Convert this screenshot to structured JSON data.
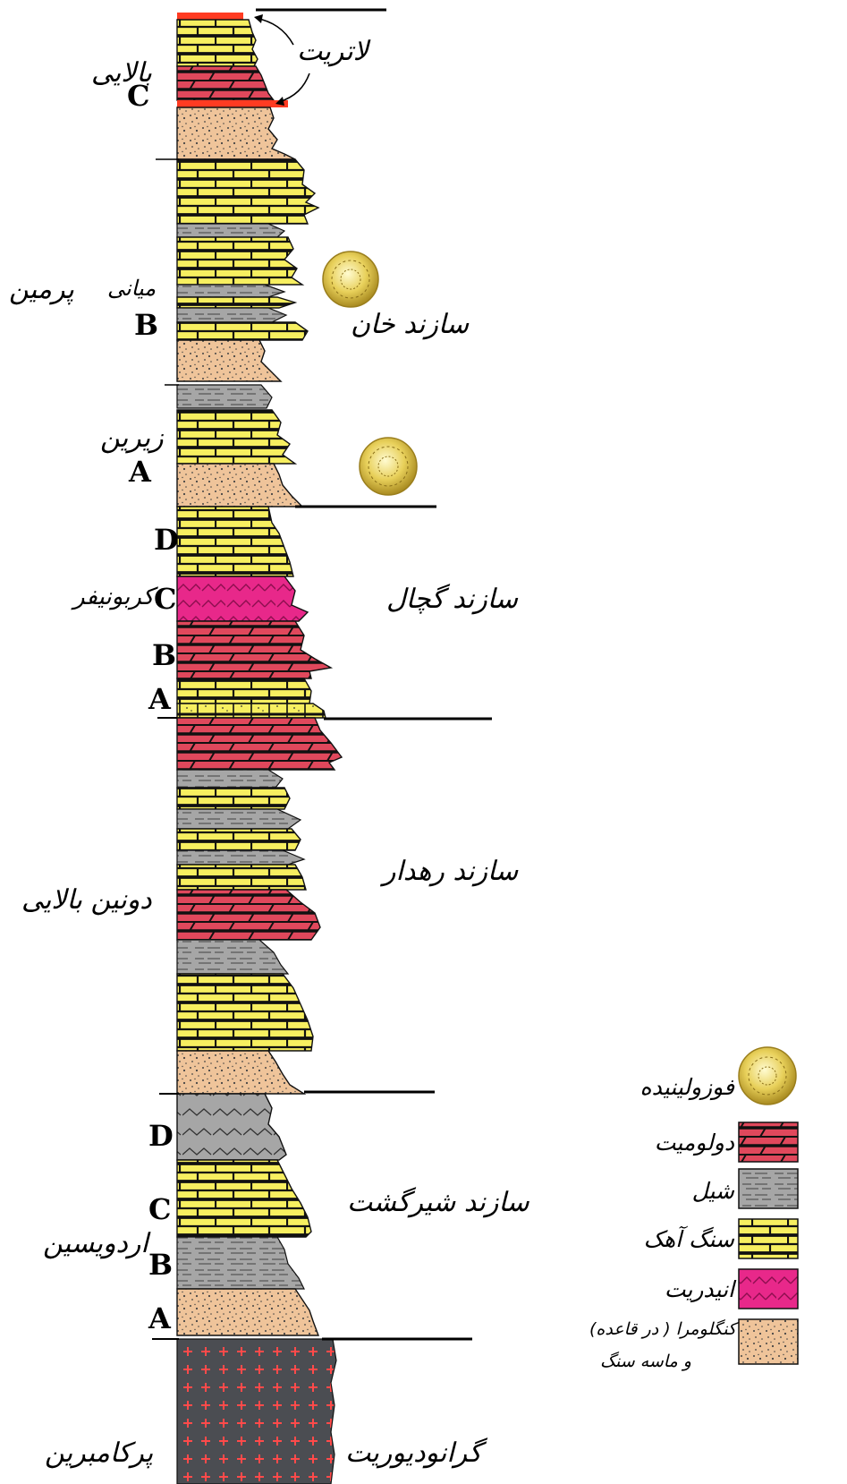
{
  "colors": {
    "limestone": "#f7ef60",
    "dolomite": "#e0485c",
    "shale": "#a6a6a6",
    "anhydrite": "#e8288a",
    "sandstone": "#efc49a",
    "granite": "#4b4d52",
    "laterite": "#ff3b22",
    "fossil": "#e8d05a"
  },
  "units": {
    "laterite": "لاتریت",
    "upper_permian": "بالایی",
    "middle_permian": "میانی",
    "permian": "پرمین",
    "lower_permian": "زیرین",
    "carboniferous": "کربونیفر",
    "upper_devonian": "دونین بالایی",
    "ordovician": "اردویسین",
    "precambrian": "پرکامبرین"
  },
  "formations": {
    "khan": "سازند خان",
    "geirchal": "سازند گچال",
    "bahram": "سازند رهدار",
    "shirgasht": "سازند شیرگشت",
    "granodiorite": "گرانودیوریت"
  },
  "letters": {
    "permian_c": "C",
    "permian_b": "B",
    "permian_a": "A",
    "carb_d": "D",
    "carb_c": "C",
    "carb_b": "B",
    "carb_a": "A",
    "ord_d": "D",
    "ord_c": "C",
    "ord_b": "B",
    "ord_a": "A"
  },
  "legend": {
    "fossil": "فوزولینیده",
    "dolomite": "دولومیت",
    "shale": "شیل",
    "limestone": "سنگ آهک",
    "anhydrite": "انیدریت",
    "conglomerate": "کنگلومرا ( در قاعده)",
    "sandstone": "و ماسه سنگ"
  }
}
